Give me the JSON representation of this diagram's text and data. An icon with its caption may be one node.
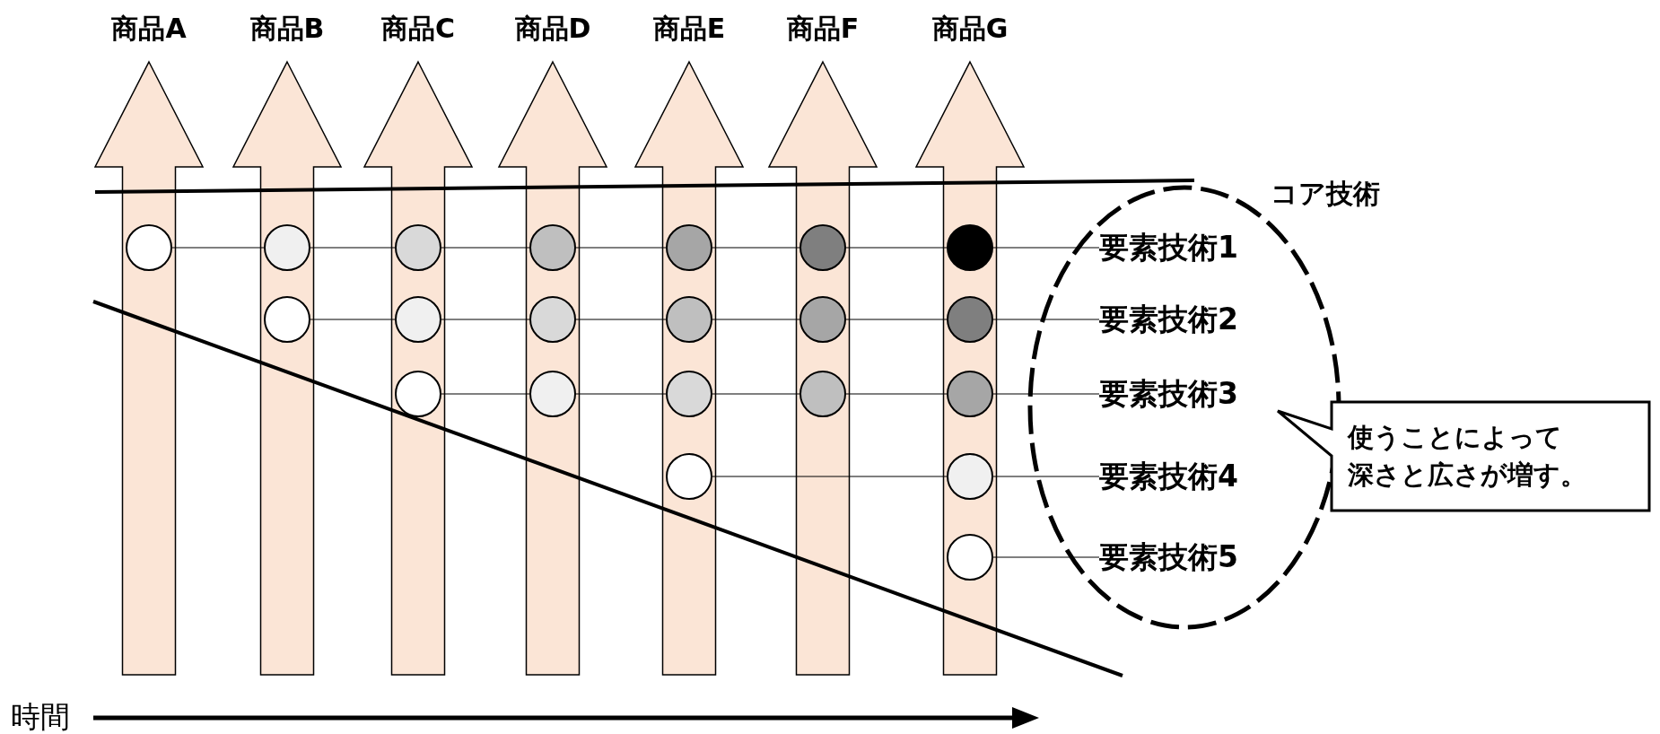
{
  "diagram": {
    "nodes": [
      {
        "text": [
          "商品A"
        ]
      },
      {
        "text": [
          "商品B"
        ]
      },
      {
        "text": [
          "商品C"
        ]
      },
      {
        "text": [
          "商品D"
        ]
      },
      {
        "text": [
          "商品E"
        ]
      },
      {
        "text": [
          "商品F"
        ]
      },
      {
        "text": [
          "商品G"
        ]
      },
      {
        "text": [],
        "shape": "circle",
        "in": 0
      },
      {
        "text": [],
        "shape": "circle",
        "in": 1
      },
      {
        "text": [],
        "shape": "circle",
        "in": 2
      },
      {
        "text": [],
        "shape": "circle",
        "in": 3
      },
      {
        "text": [],
        "shape": "circle",
        "in": 4
      },
      {
        "text": [],
        "shape": "circle",
        "in": 5
      },
      {
        "text": [],
        "shape": "circle",
        "in": 6
      },
      {
        "text": [],
        "shape": "circle",
        "in": 1
      },
      {
        "text": [],
        "shape": "circle",
        "in": 2
      },
      {
        "text": [],
        "shape": "circle",
        "in": 3
      },
      {
        "text": [],
        "shape": "circle",
        "in": 4
      },
      {
        "text": [],
        "shape": "circle",
        "in": 5
      },
      {
        "text": [],
        "shape": "circle",
        "in": 6
      },
      {
        "text": [],
        "shape": "circle",
        "in": 2
      },
      {
        "text": [],
        "shape": "circle",
        "in": 3
      },
      {
        "text": [],
        "shape": "circle",
        "in": 4
      },
      {
        "text": [],
        "shape": "circle",
        "in": 5
      },
      {
        "text": [],
        "shape": "circle",
        "in": 6
      },
      {
        "text": [],
        "shape": "circle",
        "in": 4
      },
      {
        "text": [],
        "shape": "circle",
        "in": 6
      },
      {
        "text": [],
        "shape": "circle",
        "in": 6
      },
      {
        "text": [
          "コア技術"
        ]
      },
      {
        "text": [
          "要素技術1"
        ],
        "in": 28
      },
      {
        "text": [
          "要素技術2"
        ],
        "in": 28
      },
      {
        "text": [
          "要素技術3"
        ],
        "in": 28
      },
      {
        "text": [
          "要素技術4"
        ],
        "in": 28
      },
      {
        "text": [
          "要素技術5"
        ],
        "in": 28
      },
      {
        "text": [
          "使うことによって深さと広さが増す。"
        ]
      }
    ],
    "edges": [
      {
        "from": 7,
        "to": 8,
        "arrow": "none"
      },
      {
        "from": 8,
        "to": 9,
        "arrow": "none"
      },
      {
        "from": 9,
        "to": 10,
        "arrow": "none"
      },
      {
        "from": 10,
        "to": 11,
        "arrow": "none"
      },
      {
        "from": 11,
        "to": 12,
        "arrow": "none"
      },
      {
        "from": 12,
        "to": 13,
        "arrow": "none"
      },
      {
        "from": 13,
        "to": 29,
        "arrow": "none"
      },
      {
        "from": 14,
        "to": 15,
        "arrow": "none"
      },
      {
        "from": 15,
        "to": 16,
        "arrow": "none"
      },
      {
        "from": 16,
        "to": 17,
        "arrow": "none"
      },
      {
        "from": 17,
        "to": 18,
        "arrow": "none"
      },
      {
        "from": 18,
        "to": 19,
        "arrow": "none"
      },
      {
        "from": 19,
        "to": 30,
        "arrow": "none"
      },
      {
        "from": 20,
        "to": 21,
        "arrow": "none"
      },
      {
        "from": 21,
        "to": 22,
        "arrow": "none"
      },
      {
        "from": 22,
        "to": 23,
        "arrow": "none"
      },
      {
        "from": 23,
        "to": 24,
        "arrow": "none"
      },
      {
        "from": 24,
        "to": 31,
        "arrow": "none"
      },
      {
        "from": 25,
        "to": 26,
        "arrow": "none"
      },
      {
        "from": 26,
        "to": 32,
        "arrow": "none"
      },
      {
        "from": 27,
        "to": 33,
        "arrow": "none"
      }
    ],
    "labels": [
      "時間"
    ]
  }
}
